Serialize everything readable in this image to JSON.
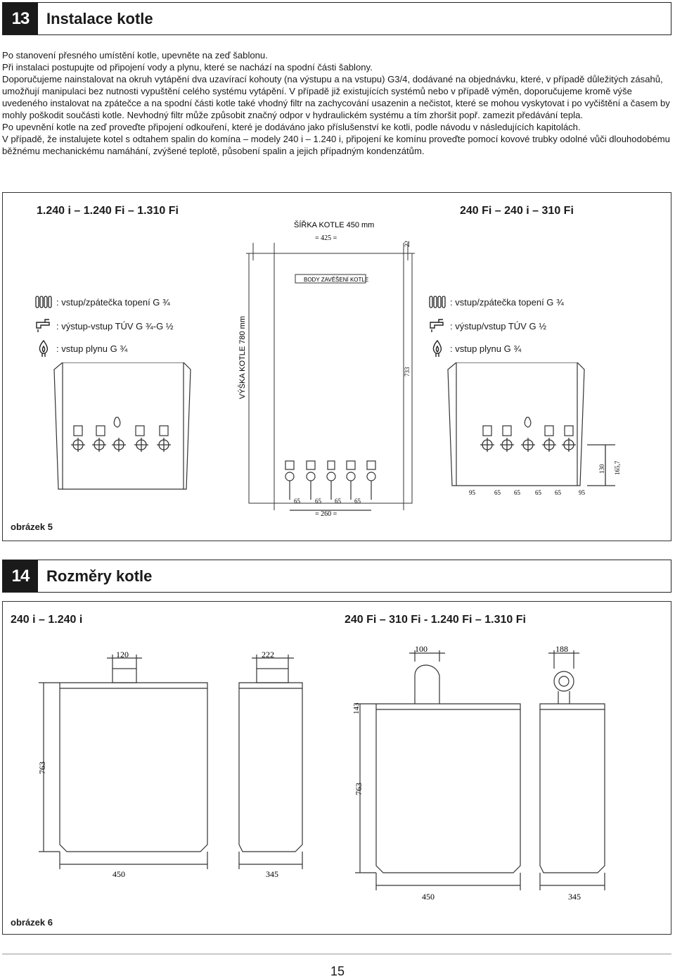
{
  "section13": {
    "number": "13",
    "title": "Instalace kotle",
    "paragraphs": [
      "Po stanovení přesného umístění kotle, upevněte na zeď šablonu.",
      "Při instalaci postupujte od připojení vody a plynu, které se nachází na spodní části šablony.",
      "Doporučujeme nainstalovat na okruh vytápění dva uzavírací kohouty (na výstupu a na vstupu) G3/4, dodávané na objednávku, které, v případě důležitých zásahů, umožňují manipulaci bez nutnosti vypuštění celého systému vytápění. V případě již existujících systémů nebo v případě výměn, doporučujeme kromě výše uvedeného instalovat na zpátečce a na spodní části kotle také vhodný filtr na zachycování usazenin a nečistot, které se mohou vyskytovat i po vyčištění a časem by mohly poškodit součásti kotle. Nevhodný filtr může způsobit značný odpor v hydraulickém systému a tím zhoršit popř. zamezit předávání tepla.",
      "Po upevnění kotle na zeď proveďte připojení odkouření, které je dodáváno jako příslušenství ke kotli, podle návodu v následujících kapitolách.",
      "V případě, že instalujete kotel s odtahem spalin do komína – modely 240 i – 1.240 i, připojení ke komínu proveďte pomocí kovové trubky odolné vůči dlouhodobému běžnému mechanickému namáhání, zvýšené teplotě, působení spalin a jejich případným kondenzátům."
    ]
  },
  "figure5": {
    "caption": "obrázek 5",
    "left_title": "1.240 i – 1.240 Fi – 1.310 Fi",
    "right_title": "240 Fi – 240 i – 310 Fi",
    "left_legend": [
      {
        "icon": "radiator-icon",
        "label": ": vstup/zpátečka topení G ¾"
      },
      {
        "icon": "tap-icon",
        "label": ": výstup-vstup TÚV G ¾-G ½"
      },
      {
        "icon": "flame-icon",
        "label": ": vstup plynu G ¾"
      }
    ],
    "right_legend": [
      {
        "icon": "radiator-icon",
        "label": ": vstup/zpátečka topení G ¾"
      },
      {
        "icon": "tap-icon",
        "label": ": výstup/vstup TÚV G ½"
      },
      {
        "icon": "flame-icon",
        "label": ": vstup plynu G ¾"
      }
    ],
    "template": {
      "width_label": "ŠÍŘKA KOTLE 450 mm",
      "dim_425": "= 425 =",
      "dim_22": "22",
      "hanging_points": "BODY ZAVĚŠENÍ KOTLE",
      "height_label": "VÝŠKA KOTLE 780 mm",
      "dim_733": "733",
      "bottom_dims": [
        "65",
        "65",
        "65",
        "65"
      ],
      "dim_260": "= 260 ="
    },
    "right_dims": {
      "bottom": [
        "95",
        "65",
        "65",
        "65",
        "65",
        "95"
      ],
      "v130": "130",
      "v165": "165,7"
    }
  },
  "section14": {
    "number": "14",
    "title": "Rozměry kotle"
  },
  "figure6": {
    "caption": "obrázek 6",
    "left_title": "240 i – 1.240 i",
    "right_title": "240 Fi – 310 Fi - 1.240 Fi – 1.310 Fi",
    "left_dims": {
      "top_front": "120",
      "top_side": "222",
      "height": "763",
      "width": "450",
      "depth": "345"
    },
    "right_dims": {
      "top_front": "100",
      "top_side": "188",
      "flue": "143",
      "height": "763",
      "width": "450",
      "depth": "345"
    }
  },
  "page_number": "15"
}
